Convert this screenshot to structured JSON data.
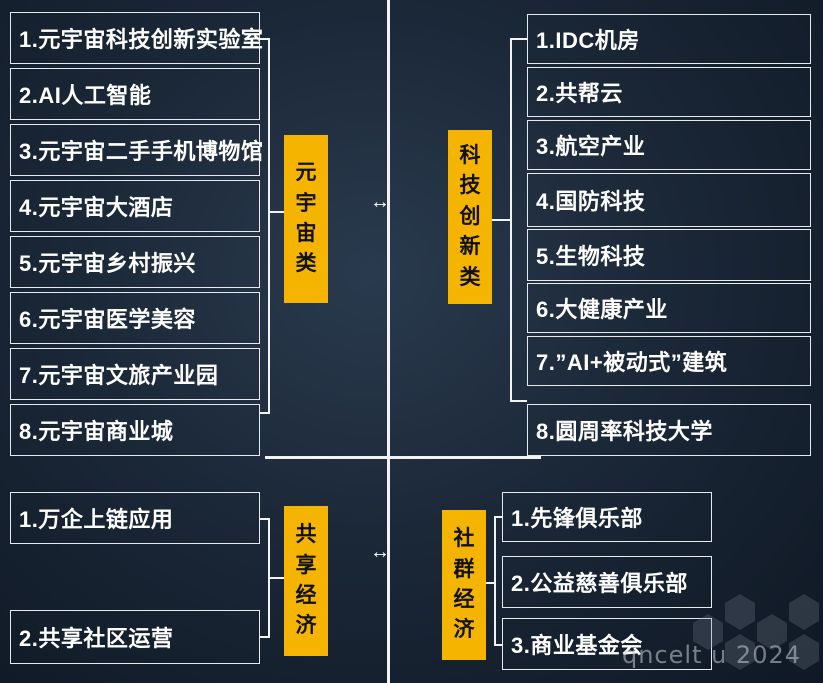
{
  "groups": {
    "metaverse": {
      "title_chars": [
        "元",
        "宇",
        "宙",
        "类"
      ],
      "items": [
        "1.元宇宙科技创新实验室",
        "2.AI人工智能",
        "3.元宇宙二手手机博物馆",
        "4.元宇宙大酒店",
        "5.元宇宙乡村振兴",
        "6.元宇宙医学美容",
        "7.元宇宙文旅产业园",
        "8.元宇宙商业城"
      ]
    },
    "tech": {
      "title_chars": [
        "科",
        "技",
        "创",
        "新",
        "类"
      ],
      "items": [
        "1.IDC机房",
        "2.共帮云",
        "3.航空产业",
        "4.国防科技",
        "5.生物科技",
        "6.大健康产业",
        "7.”AI+被动式”建筑",
        "8.圆周率科技大学"
      ]
    },
    "sharing": {
      "title_chars": [
        "共",
        "享",
        "经",
        "济"
      ],
      "items": [
        "1.万企上链应用",
        "2.共享社区运营"
      ]
    },
    "community": {
      "title_chars": [
        "社",
        "群",
        "经",
        "济"
      ],
      "items": [
        "1.先锋俱乐部",
        "2.公益慈善俱乐部",
        "3.商业基金会"
      ]
    }
  },
  "arrows": {
    "top": "↔",
    "bottom": "↔"
  },
  "watermark": "qncelt u 2024",
  "colors": {
    "accent": "#f4b400",
    "line": "#f2f2f2",
    "box_border": "#e6e9ee"
  }
}
